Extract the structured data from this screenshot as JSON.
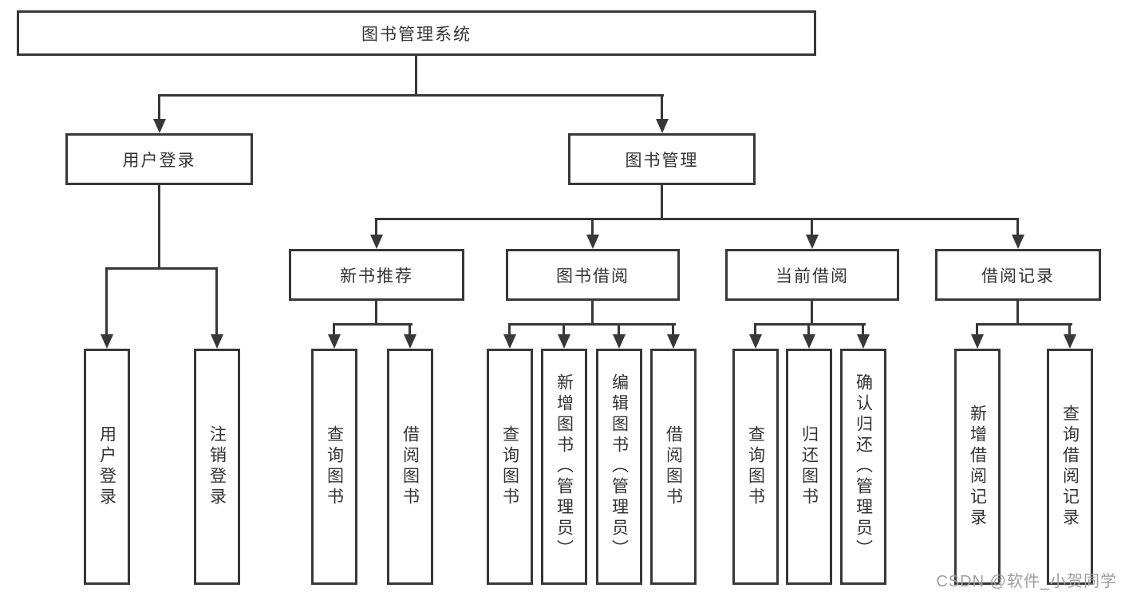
{
  "colors": {
    "line": "#383838",
    "text": "#333333",
    "watermark": "#9e9e9e",
    "background": "#ffffff"
  },
  "watermark": "CSDN @软件_小贺同学",
  "tree": {
    "label": "图书管理系统",
    "children": [
      {
        "label": "用户登录",
        "children": [
          {
            "label": "用户登录"
          },
          {
            "label": "注销登录"
          }
        ]
      },
      {
        "label": "图书管理",
        "children": [
          {
            "label": "新书推荐",
            "children": [
              {
                "label": "查询图书"
              },
              {
                "label": "借阅图书"
              }
            ]
          },
          {
            "label": "图书借阅",
            "children": [
              {
                "label": "查询图书"
              },
              {
                "label": "新增图书（管理员）"
              },
              {
                "label": "编辑图书（管理员）"
              },
              {
                "label": "借阅图书"
              }
            ]
          },
          {
            "label": "当前借阅",
            "children": [
              {
                "label": "查询图书"
              },
              {
                "label": "归还图书"
              },
              {
                "label": "确认归还（管理员）"
              }
            ]
          },
          {
            "label": "借阅记录",
            "children": [
              {
                "label": "新增借阅记录"
              },
              {
                "label": "查询借阅记录"
              }
            ]
          }
        ]
      }
    ]
  }
}
